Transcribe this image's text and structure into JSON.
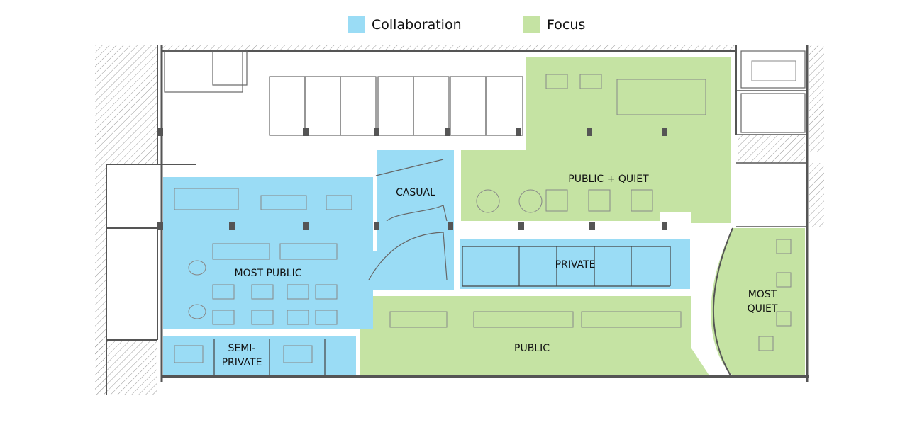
{
  "legend": [
    {
      "label": "Collaboration",
      "color": "#9adcf5"
    },
    {
      "label": "Focus",
      "color": "#c5e3a3"
    }
  ],
  "zones": {
    "casual": "CASUAL",
    "public_quiet": "PUBLIC + QUIET",
    "most_public": "MOST PUBLIC",
    "private": "PRIVATE",
    "most_quiet_1": "MOST",
    "most_quiet_2": "QUIET",
    "semi_private_1": "SEMI-",
    "semi_private_2": "PRIVATE",
    "public": "PUBLIC"
  },
  "colors": {
    "collaboration": "#9adcf5",
    "focus": "#c5e3a3",
    "wall": "#555555",
    "hatch": "#9a9a9a",
    "furniture": "#8a8a8a"
  }
}
